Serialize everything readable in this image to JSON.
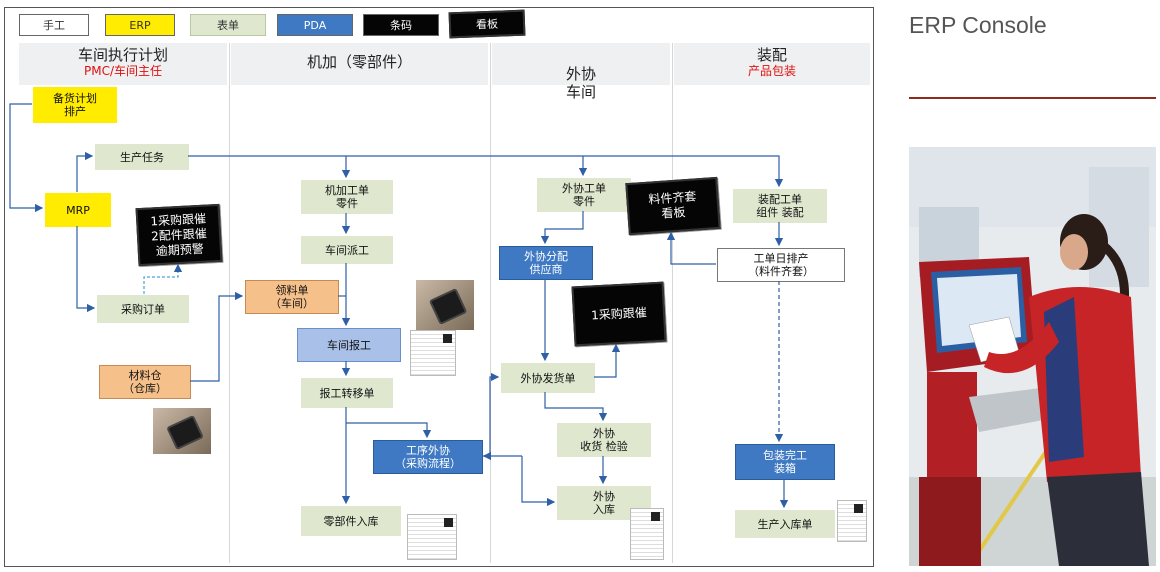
{
  "legend": [
    {
      "label": "手工",
      "bg": "#ffffff",
      "fg": "#333333"
    },
    {
      "label": "ERP",
      "bg": "#ffec00",
      "fg": "#333333"
    },
    {
      "label": "表单",
      "bg": "#dfe8cf",
      "fg": "#333333"
    },
    {
      "label": "PDA",
      "bg": "#3f79c3",
      "fg": "#ffffff"
    },
    {
      "label": "条码",
      "bg": "#050505",
      "fg": "#ffffff"
    },
    {
      "label": "看板",
      "bg": "#050505",
      "fg": "#ffffff"
    }
  ],
  "columns": [
    {
      "title": "车间执行计划",
      "subtitle": "PMC/车间主任"
    },
    {
      "title": "机加（零部件）",
      "subtitle": ""
    },
    {
      "title": "外协\n车间",
      "subtitle": ""
    },
    {
      "title": "装配",
      "subtitle": "产品包装"
    }
  ],
  "nodes": {
    "prep_plan": "备货计划\n排产",
    "prod_task": "生产任务",
    "mrp": "MRP",
    "board_purchase": "1采购跟催\n2配件跟催\n逾期预警",
    "purchase_order": "采购订单",
    "material_store": "材料仓\n（仓库）",
    "machining_order": "机加工单\n零件",
    "workshop_dispatch": "车间派工",
    "pick_list": "领料单\n（车间）",
    "workshop_report": "车间报工",
    "transfer_order": "报工转移单",
    "outsource_process": "工序外协\n（采购流程）",
    "parts_inbound": "零部件入库",
    "outsource_order": "外协工单\n零件",
    "board_kitting": "料件齐套\n看板",
    "outsource_assign": "外协分配\n供应商",
    "board_purchase2": "1采购跟催",
    "outsource_delivery": "外协发货单",
    "outsource_receive": "外协\n收货 检验",
    "outsource_inbound": "外协\n入库",
    "assembly_order": "装配工单\n组件 装配",
    "order_schedule": "工单日排产\n（料件齐套）",
    "pack_complete": "包装完工\n装箱",
    "finished_inbound": "生产入库单"
  },
  "panel": {
    "title": "ERP Console",
    "rule_color": "#8e2a1e",
    "photo_subject": "operator-using-erp-terminal"
  }
}
